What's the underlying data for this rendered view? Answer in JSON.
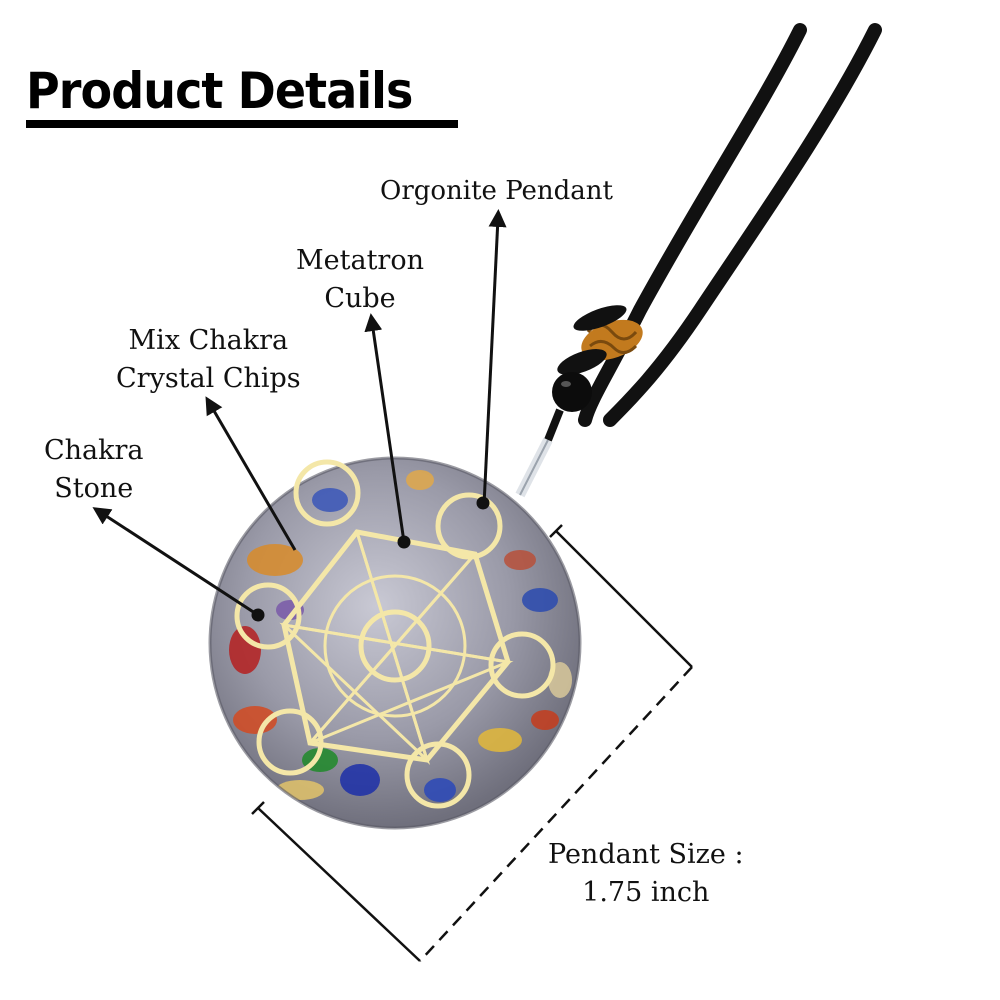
{
  "title": "Product Details",
  "labels": {
    "orgonite_pendant": "Orgonite Pendant",
    "metatron_line1": "Metatron",
    "metatron_line2": "Cube",
    "chips_line1": "Mix Chakra",
    "chips_line2": "Crystal Chips",
    "stone_line1": "Chakra",
    "stone_line2": "Stone",
    "size_line1": "Pendant Size :",
    "size_line2": "1.75 inch"
  },
  "colors": {
    "text": "#111111",
    "gold": "#f4e7a8",
    "cord": "#111111",
    "knot": "#c27a1e",
    "resin": "#a9aab6"
  }
}
